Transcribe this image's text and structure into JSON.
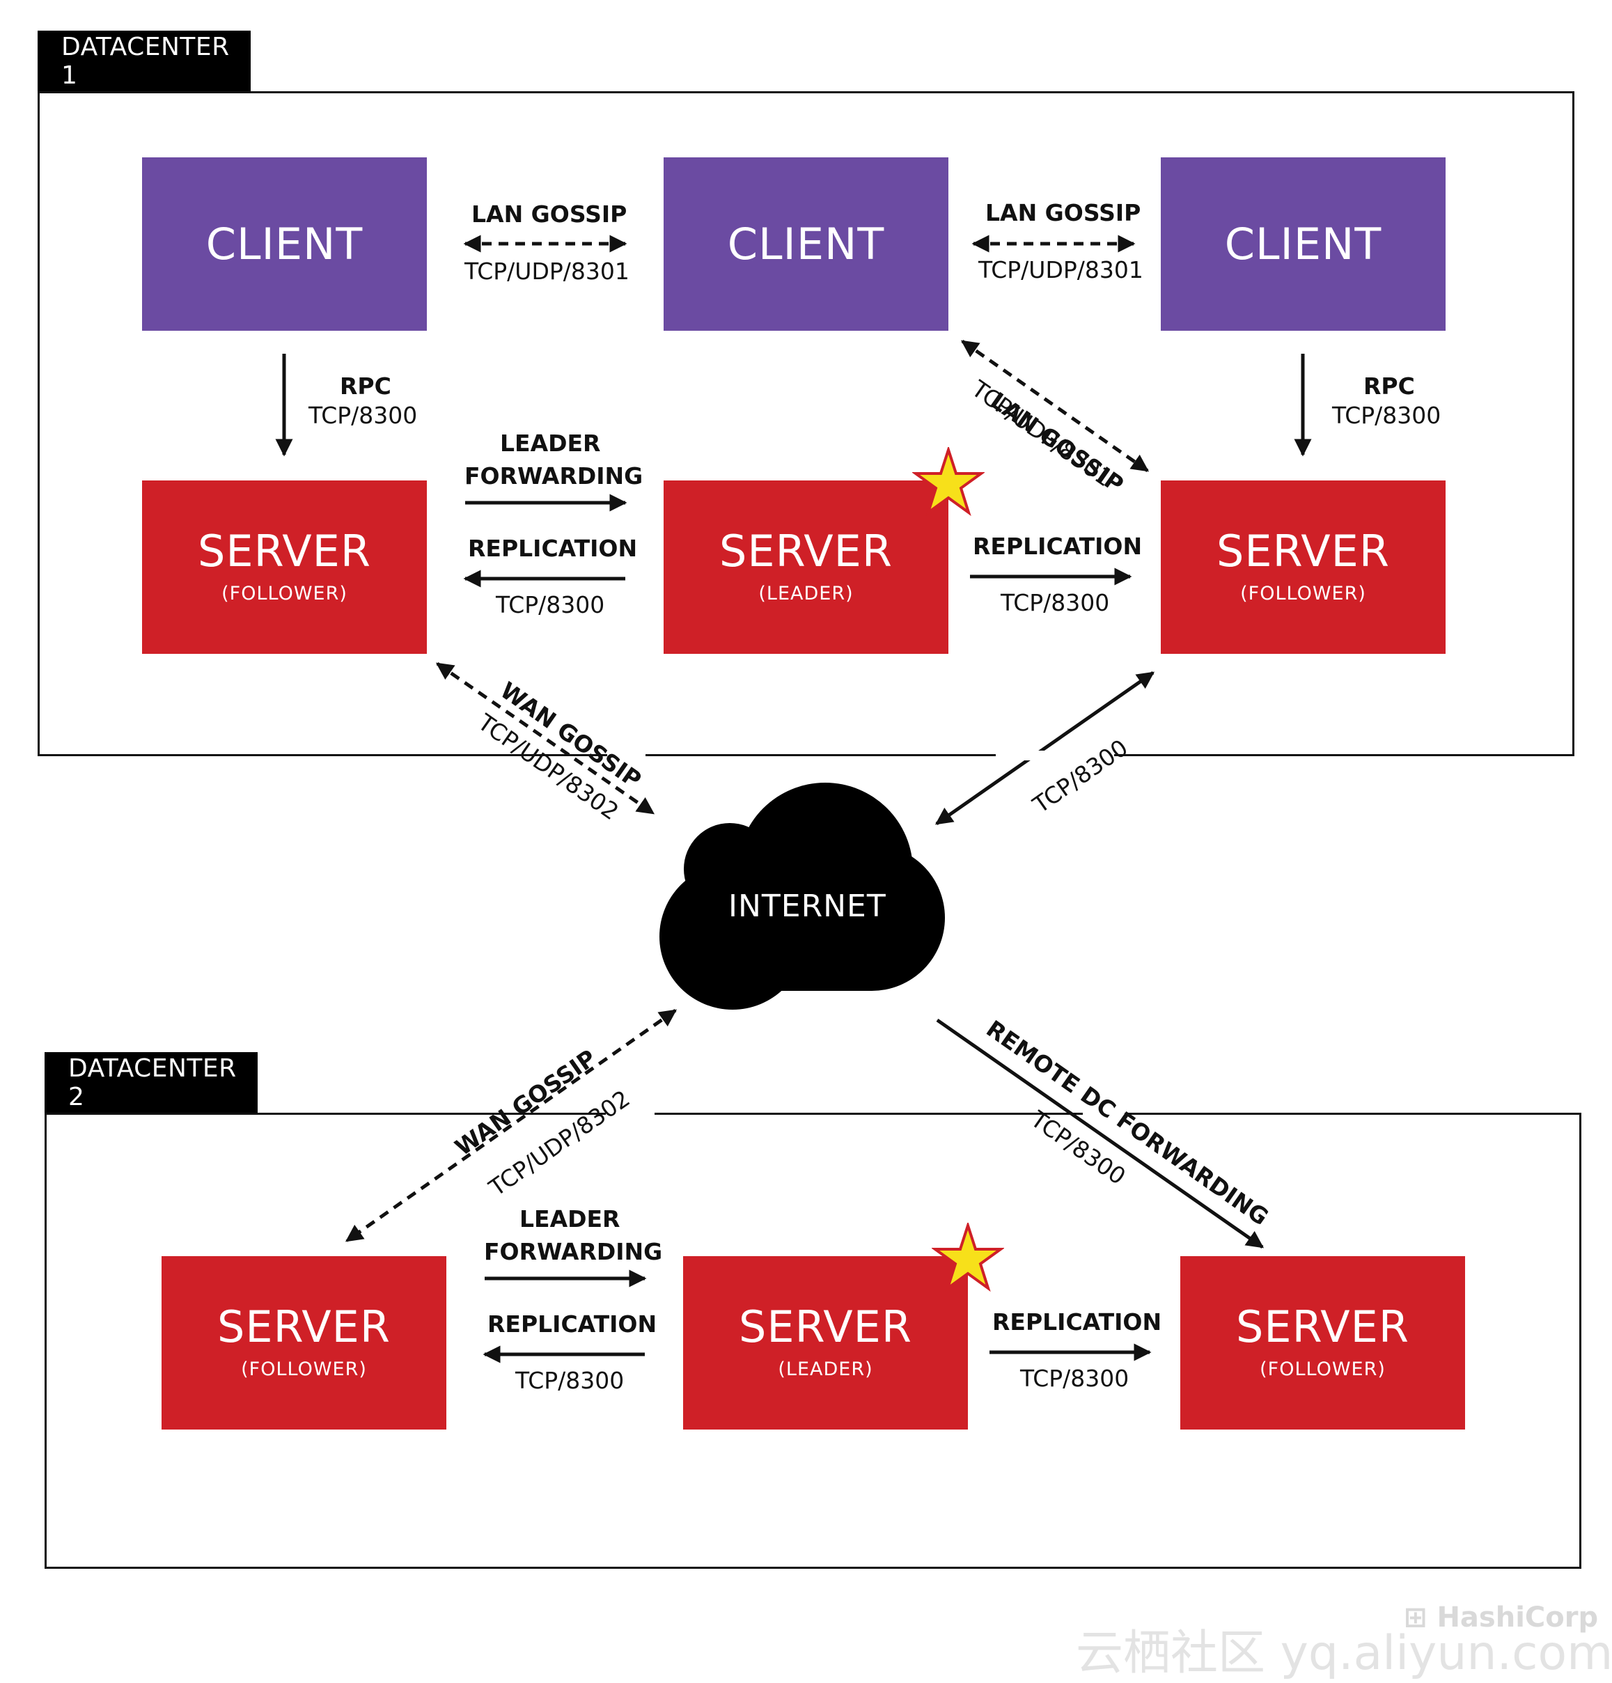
{
  "datacenter1": {
    "label": "DATACENTER 1",
    "clients": [
      {
        "label": "CLIENT"
      },
      {
        "label": "CLIENT"
      },
      {
        "label": "CLIENT"
      }
    ],
    "servers": [
      {
        "label": "SERVER",
        "role": "(FOLLOWER)"
      },
      {
        "label": "SERVER",
        "role": "(LEADER)"
      },
      {
        "label": "SERVER",
        "role": "(FOLLOWER)"
      }
    ],
    "links": {
      "lan_gossip_1": {
        "title": "LAN GOSSIP",
        "port": "TCP/UDP/8301"
      },
      "lan_gossip_2": {
        "title": "LAN GOSSIP",
        "port": "TCP/UDP/8301"
      },
      "lan_gossip_diag": {
        "title": "LAN GOSSIP",
        "port": "TCP/UDP/8301"
      },
      "rpc_left": {
        "title": "RPC",
        "port": "TCP/8300"
      },
      "rpc_right": {
        "title": "RPC",
        "port": "TCP/8300"
      },
      "leader_forwarding": {
        "title_line1": "LEADER",
        "title_line2": "FORWARDING"
      },
      "replication_left": {
        "title": "REPLICATION",
        "port": "TCP/8300"
      },
      "replication_right": {
        "title": "REPLICATION",
        "port": "TCP/8300"
      },
      "wan_gossip": {
        "title": "WAN GOSSIP",
        "port": "TCP/UDP/8302"
      },
      "internet_tcp": {
        "port": "TCP/8300"
      }
    }
  },
  "internet": {
    "label": "INTERNET"
  },
  "datacenter2": {
    "label": "DATACENTER 2",
    "servers": [
      {
        "label": "SERVER",
        "role": "(FOLLOWER)"
      },
      {
        "label": "SERVER",
        "role": "(LEADER)"
      },
      {
        "label": "SERVER",
        "role": "(FOLLOWER)"
      }
    ],
    "links": {
      "wan_gossip": {
        "title": "WAN GOSSIP",
        "port": "TCP/UDP/8302"
      },
      "remote_dc_forwarding": {
        "title": "REMOTE DC FORWARDING",
        "port": "TCP/8300"
      },
      "leader_forwarding": {
        "title_line1": "LEADER",
        "title_line2": "FORWARDING"
      },
      "replication_left": {
        "title": "REPLICATION",
        "port": "TCP/8300"
      },
      "replication_right": {
        "title": "REPLICATION",
        "port": "TCP/8300"
      }
    }
  },
  "watermark": {
    "brand": "HashiCorp",
    "site": "云栖社区 yq.aliyun.com"
  },
  "colors": {
    "client": "#6b4ba2",
    "server": "#cf2027",
    "leader_star": "#f7e01a",
    "star_outline": "#cf2027"
  }
}
